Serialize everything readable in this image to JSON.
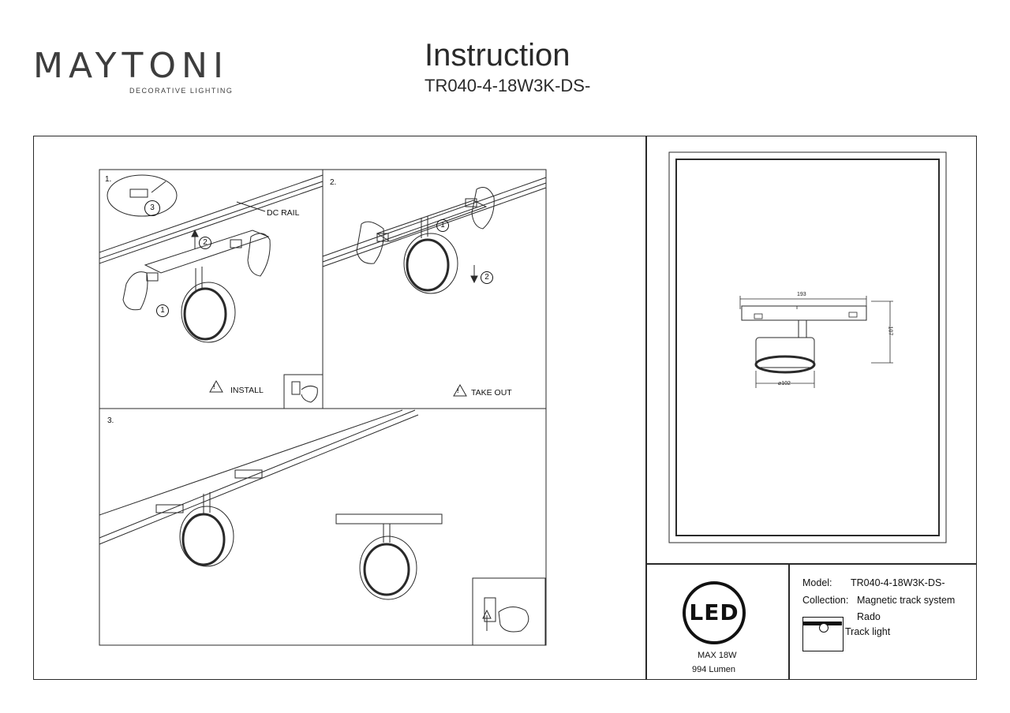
{
  "brand": {
    "name": "MAYTONI",
    "tagline": "DECORATIVE LIGHTING"
  },
  "header": {
    "title": "Instruction",
    "model": "TR040-4-18W3K-DS-"
  },
  "steps": {
    "step1": {
      "number": "1.",
      "rail_label": "DC RAIL",
      "action": "INSTALL"
    },
    "step2": {
      "number": "2.",
      "action": "TAKE OUT"
    },
    "step3": {
      "number": "3."
    },
    "markers": {
      "one": "1",
      "two": "2",
      "three": "3"
    }
  },
  "dimensions": {
    "length": "193",
    "height": "107",
    "diameter": "⌀102"
  },
  "led": {
    "badge": "LED",
    "power": "MAX 18W",
    "lumen": "994 Lumen"
  },
  "specs": {
    "model_label": "Model:",
    "model_value": "TR040-4-18W3K-DS-",
    "collection_label": "Collection:",
    "collection_value": "Magnetic track system",
    "name": "Rado",
    "type": "Track light"
  },
  "icons": [
    "warning-triangle-icon",
    "power-switch-icon",
    "track-light-icon"
  ],
  "colors": {
    "line": "#2a2a2a",
    "logo_accent": "#8b1a3a"
  }
}
